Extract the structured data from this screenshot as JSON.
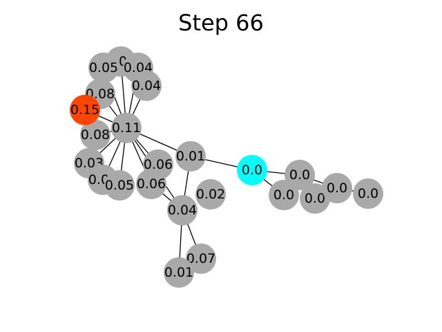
{
  "title": "Step 66",
  "colors": {
    "default_node": "#a9a9a9",
    "highlight_node": "#ff4500",
    "current_node": "#00ffff",
    "edge": "#000000"
  },
  "nodes": [
    {
      "id": "n_hub",
      "label": "0.11",
      "kind": "default"
    },
    {
      "id": "n_red",
      "label": "0.15",
      "kind": "highlight"
    },
    {
      "id": "n_cyan",
      "label": "0.0",
      "kind": "current"
    },
    {
      "id": "n_a",
      "label": "0.08",
      "kind": "default"
    },
    {
      "id": "n_b",
      "label": "0.05",
      "kind": "default"
    },
    {
      "id": "n_c",
      "label": "0.04",
      "kind": "default"
    },
    {
      "id": "n_d",
      "label": "0.04",
      "kind": "default"
    },
    {
      "id": "n_e",
      "label": "0.08",
      "kind": "default"
    },
    {
      "id": "n_f",
      "label": "0.08",
      "kind": "default"
    },
    {
      "id": "n_g",
      "label": "0.03",
      "kind": "default"
    },
    {
      "id": "n_h",
      "label": "0.03",
      "kind": "default"
    },
    {
      "id": "n_i",
      "label": "0.05",
      "kind": "default"
    },
    {
      "id": "n_j",
      "label": "0.06",
      "kind": "default"
    },
    {
      "id": "n_k",
      "label": "0.06",
      "kind": "default"
    },
    {
      "id": "n_l",
      "label": "0.01",
      "kind": "default"
    },
    {
      "id": "n_m",
      "label": "0.04",
      "kind": "default"
    },
    {
      "id": "n_n",
      "label": "0.02",
      "kind": "default"
    },
    {
      "id": "n_o",
      "label": "0.07",
      "kind": "default"
    },
    {
      "id": "n_p",
      "label": "0.01",
      "kind": "default"
    },
    {
      "id": "n_q",
      "label": "0.0",
      "kind": "default"
    },
    {
      "id": "n_r",
      "label": "0.0",
      "kind": "default"
    },
    {
      "id": "n_s",
      "label": "0.0",
      "kind": "default"
    },
    {
      "id": "n_t",
      "label": "0.0",
      "kind": "default"
    },
    {
      "id": "n_u",
      "label": "0.0",
      "kind": "default"
    }
  ],
  "edges": [
    [
      "n_hub",
      "n_a"
    ],
    [
      "n_hub",
      "n_b"
    ],
    [
      "n_hub",
      "n_c"
    ],
    [
      "n_hub",
      "n_d"
    ],
    [
      "n_hub",
      "n_e"
    ],
    [
      "n_hub",
      "n_red"
    ],
    [
      "n_hub",
      "n_f"
    ],
    [
      "n_hub",
      "n_g"
    ],
    [
      "n_hub",
      "n_h"
    ],
    [
      "n_hub",
      "n_i"
    ],
    [
      "n_hub",
      "n_j"
    ],
    [
      "n_hub",
      "n_k"
    ],
    [
      "n_hub",
      "n_l"
    ],
    [
      "n_hub",
      "n_m"
    ],
    [
      "n_l",
      "n_cyan"
    ],
    [
      "n_l",
      "n_m"
    ],
    [
      "n_m",
      "n_o"
    ],
    [
      "n_m",
      "n_p"
    ],
    [
      "n_k",
      "n_m"
    ],
    [
      "n_cyan",
      "n_q"
    ],
    [
      "n_cyan",
      "n_r"
    ],
    [
      "n_q",
      "n_s"
    ],
    [
      "n_q",
      "n_t"
    ],
    [
      "n_t",
      "n_u"
    ]
  ]
}
